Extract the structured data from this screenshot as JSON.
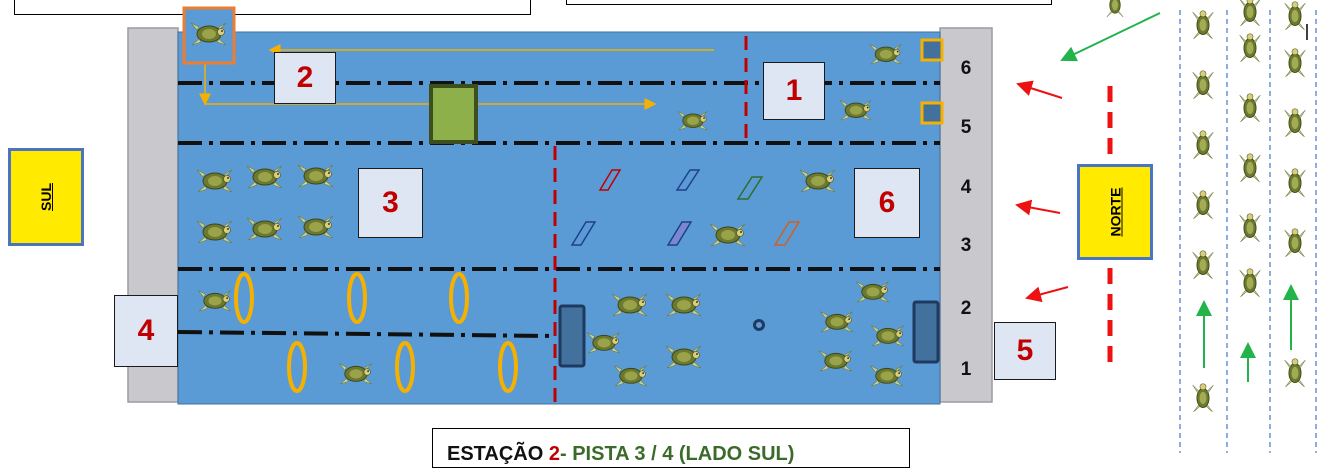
{
  "pool": {
    "lane_numbers": [
      "6",
      "5",
      "4",
      "3",
      "2",
      "1"
    ],
    "station_labels": [
      "2",
      "1",
      "3",
      "6",
      "4",
      "5"
    ]
  },
  "sides": {
    "south": "SUL",
    "north": "NORTE"
  },
  "caption": {
    "part1": "ESTAÇÃO ",
    "part2": "2",
    "part3": "- PISTA 3 / 4 (LADO SUL)"
  },
  "colors": {
    "water": "#5b9bd5",
    "deck": "#c9c9cd",
    "label_red": "#c00000",
    "ring_orange": "#f5b000",
    "block_green": "#8db04a",
    "arrow_red": "#ee1111",
    "arrow_green": "#22b34a",
    "sign_yellow": "#ffea00"
  },
  "icons": [
    "turtle-swimmer-icon"
  ]
}
